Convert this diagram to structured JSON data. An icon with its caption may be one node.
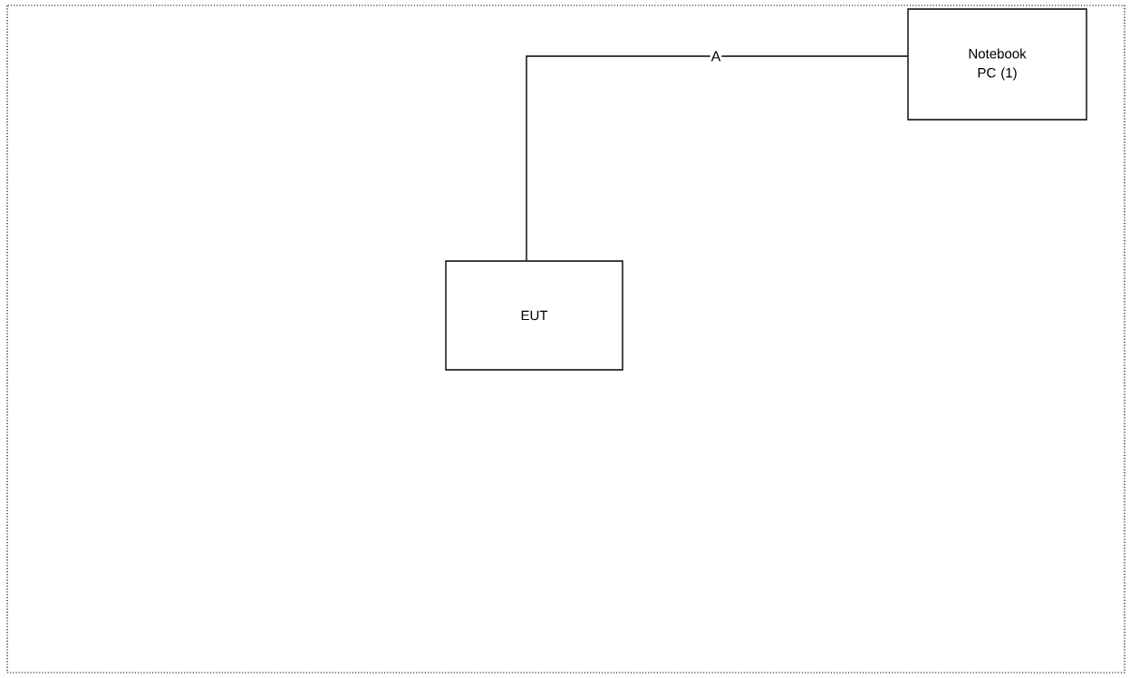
{
  "diagram": {
    "nodes": [
      {
        "text": [
          "Notebook PC (1)"
        ]
      },
      {
        "text": [
          "EUT"
        ]
      }
    ],
    "edges": [
      {
        "from": 1,
        "to": 0,
        "arrow": "none",
        "label": "A"
      }
    ]
  }
}
